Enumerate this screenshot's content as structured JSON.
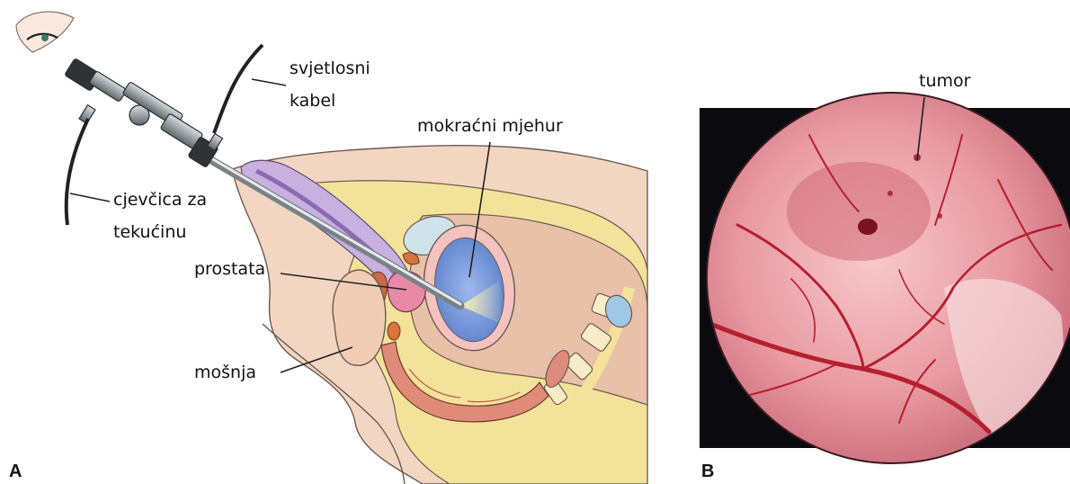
{
  "panel_a": {
    "letter": "A",
    "labels": {
      "light_cable_line1": "svjetlosni",
      "light_cable_line2": "kabel",
      "bladder": "mokraćni mjehur",
      "tube_line1": "cjevčica za",
      "tube_line2": "tekućinu",
      "prostate": "prostata",
      "scrotum": "mošnja"
    }
  },
  "panel_b": {
    "letter": "B",
    "labels": {
      "tumor": "tumor"
    }
  },
  "colors": {
    "skin": "#f2d6c2",
    "fat": "#f3e39a",
    "bladder_fill": "#6f93d8",
    "bladder_wall": "#f4c2bf",
    "urethra": "#b99ad6",
    "bowel": "#e08a7a",
    "scope_steel": "#9aa3a8",
    "endoscopic_bg": "#0b0b0f",
    "mucosa": "#e99aa2",
    "vessel": "#b5202e"
  }
}
